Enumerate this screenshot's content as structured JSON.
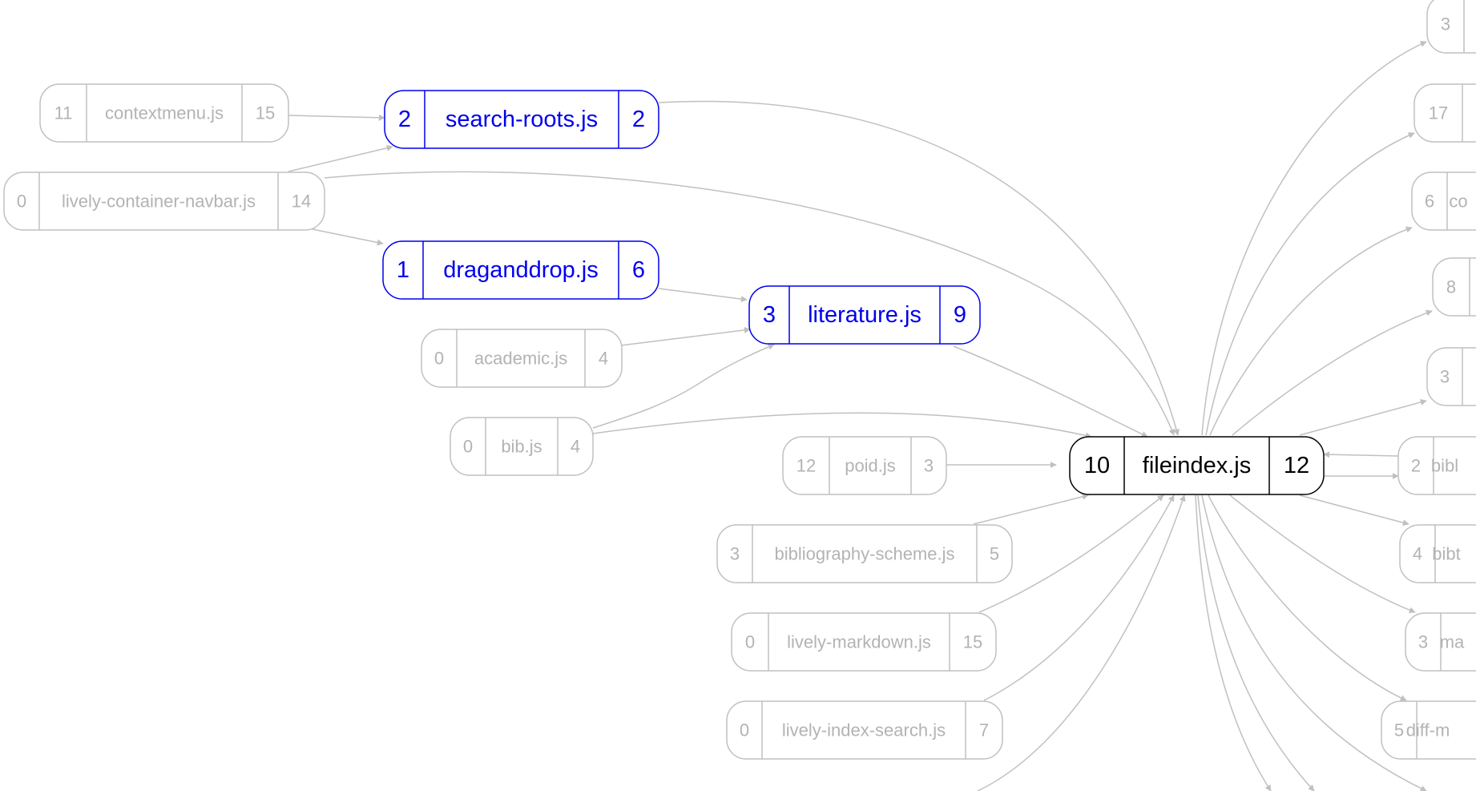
{
  "colors": {
    "dim": "#c0c0c0",
    "dim_text": "#b3b3b3",
    "highlight": "#0000ee",
    "focus": "#000000",
    "background": "#ffffff"
  },
  "nodes": [
    {
      "id": "contextmenu",
      "name": "contextmenu.js",
      "in": "11",
      "out": "15",
      "state": "dim"
    },
    {
      "id": "search-roots",
      "name": "search-roots.js",
      "in": "2",
      "out": "2",
      "state": "highlight"
    },
    {
      "id": "navbar",
      "name": "lively-container-navbar.js",
      "in": "0",
      "out": "14",
      "state": "dim"
    },
    {
      "id": "draganddrop",
      "name": "draganddrop.js",
      "in": "1",
      "out": "6",
      "state": "highlight"
    },
    {
      "id": "literature",
      "name": "literature.js",
      "in": "3",
      "out": "9",
      "state": "highlight"
    },
    {
      "id": "academic",
      "name": "academic.js",
      "in": "0",
      "out": "4",
      "state": "dim"
    },
    {
      "id": "bib",
      "name": "bib.js",
      "in": "0",
      "out": "4",
      "state": "dim"
    },
    {
      "id": "poid",
      "name": "poid.js",
      "in": "12",
      "out": "3",
      "state": "dim"
    },
    {
      "id": "fileindex",
      "name": "fileindex.js",
      "in": "10",
      "out": "12",
      "state": "focus"
    },
    {
      "id": "bibscheme",
      "name": "bibliography-scheme.js",
      "in": "3",
      "out": "5",
      "state": "dim"
    },
    {
      "id": "markdown",
      "name": "lively-markdown.js",
      "in": "0",
      "out": "15",
      "state": "dim"
    },
    {
      "id": "indexsearch",
      "name": "lively-index-search.js",
      "in": "0",
      "out": "7",
      "state": "dim"
    },
    {
      "id": "r1",
      "name": "",
      "in": "3",
      "out": "",
      "state": "dim"
    },
    {
      "id": "r2",
      "name": "",
      "in": "17",
      "out": "",
      "state": "dim"
    },
    {
      "id": "r3",
      "name": "co",
      "in": "6",
      "out": "",
      "state": "dim"
    },
    {
      "id": "r4",
      "name": "",
      "in": "8",
      "out": "",
      "state": "dim"
    },
    {
      "id": "r5",
      "name": "",
      "in": "3",
      "out": "",
      "state": "dim"
    },
    {
      "id": "r6",
      "name": "bibl",
      "in": "2",
      "out": "",
      "state": "dim"
    },
    {
      "id": "r7",
      "name": "bibt",
      "in": "4",
      "out": "",
      "state": "dim"
    },
    {
      "id": "r8",
      "name": "ma",
      "in": "3",
      "out": "",
      "state": "dim"
    },
    {
      "id": "r9",
      "name": "diff-m",
      "in": "5",
      "out": "",
      "state": "dim"
    }
  ]
}
